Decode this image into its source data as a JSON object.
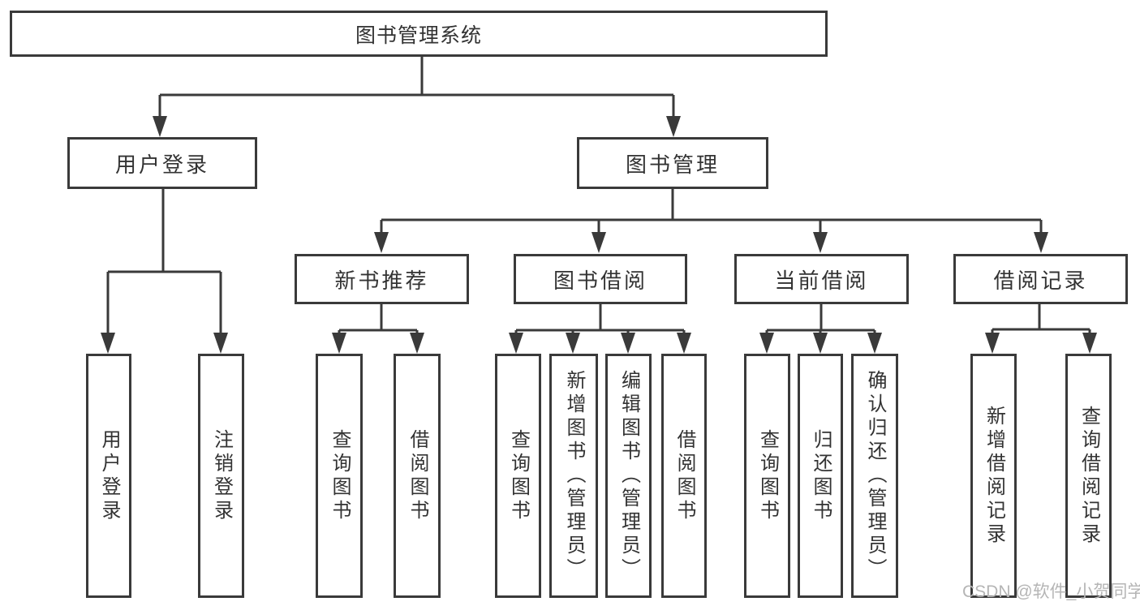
{
  "diagram": {
    "title": {
      "label": "图书管理系统"
    },
    "level2": [
      {
        "label": "用户登录"
      },
      {
        "label": "图书管理"
      }
    ],
    "level3": [
      {
        "label": "新书推荐"
      },
      {
        "label": "图书借阅"
      },
      {
        "label": "当前借阅"
      },
      {
        "label": "借阅记录"
      }
    ],
    "leaves": {
      "login": [
        "用户登录",
        "注销登录"
      ],
      "newbook": [
        "查询图书",
        "借阅图书"
      ],
      "borrow": [
        "查询图书",
        "新增图书（管理员）",
        "编辑图书（管理员）",
        "借阅图书"
      ],
      "current": [
        "查询图书",
        "归还图书",
        "确认归还（管理员）"
      ],
      "records": [
        "新增借阅记录",
        "查询借阅记录"
      ]
    },
    "colors": {
      "line": "#3a3a3a",
      "text": "#333333",
      "background": "#ffffff",
      "watermark": "#b5b5b5"
    },
    "watermark": "CSDN @软件_小贺同学"
  }
}
